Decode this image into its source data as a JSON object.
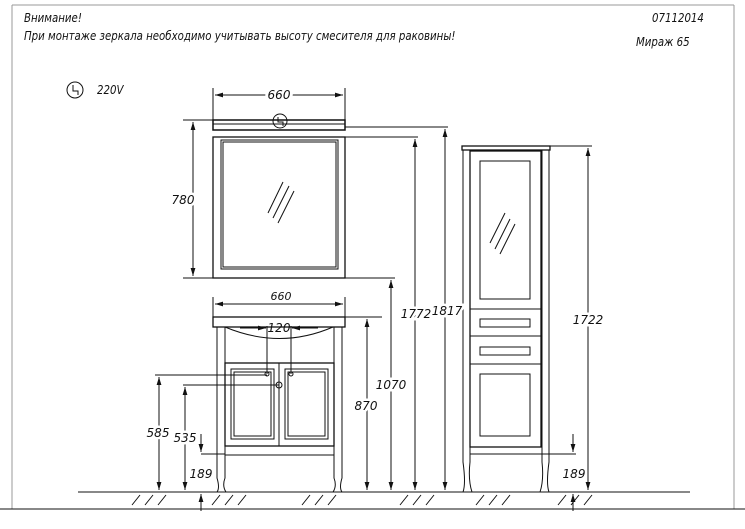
{
  "header": {
    "warning_title": "Внимание!",
    "warning_text": "При монтаже зеркала необходимо учитывать высоту смесителя для раковины!",
    "code": "07112014",
    "model": "Мираж  65"
  },
  "legend": {
    "power_label": "220V",
    "icon": "power-socket-icon"
  },
  "dimensions": {
    "mirror_width": "660",
    "mirror_height": "780",
    "sink_width": "660",
    "mixer_spacing": "120",
    "h_585": "585",
    "h_535": "535",
    "h_189_left": "189",
    "h_870": "870",
    "h_1070": "1070",
    "h_1772": "1772",
    "h_1817": "1817",
    "h_1722": "1722",
    "h_189_right": "189"
  },
  "colors": {
    "line": "#111111",
    "background": "#ffffff"
  }
}
